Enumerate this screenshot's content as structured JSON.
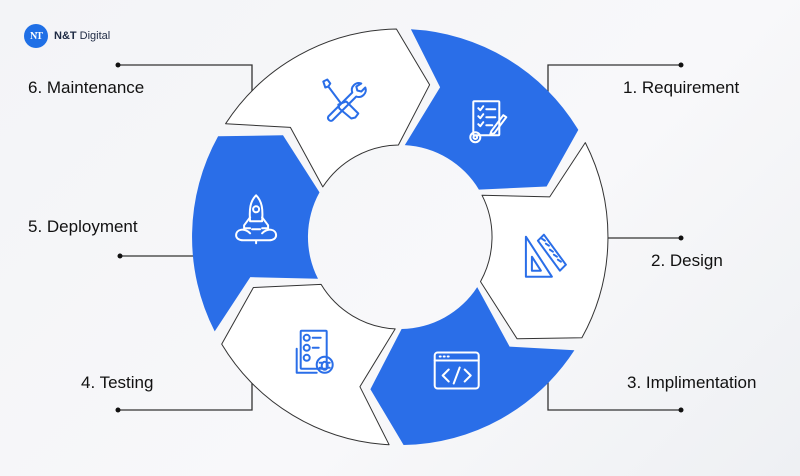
{
  "brand": {
    "name_bold": "N&T",
    "name_rest": " Digital",
    "mark": "NT",
    "color": "#1f6fe6"
  },
  "colors": {
    "accent": "#2a6ee8",
    "outline": "#333333",
    "white": "#ffffff"
  },
  "stages": [
    {
      "label": "1. Requirement",
      "icon": "checklist-gear-pencil-icon",
      "filled": true
    },
    {
      "label": "2. Design",
      "icon": "ruler-triangle-icon",
      "filled": false
    },
    {
      "label": "3. Implimentation",
      "icon": "code-window-icon",
      "filled": true
    },
    {
      "label": "4. Testing",
      "icon": "test-checklist-bug-icon",
      "filled": false
    },
    {
      "label": "5. Deployment",
      "icon": "rocket-launch-icon",
      "filled": true
    },
    {
      "label": "6. Maintenance",
      "icon": "wrench-screwdriver-icon",
      "filled": false
    }
  ]
}
